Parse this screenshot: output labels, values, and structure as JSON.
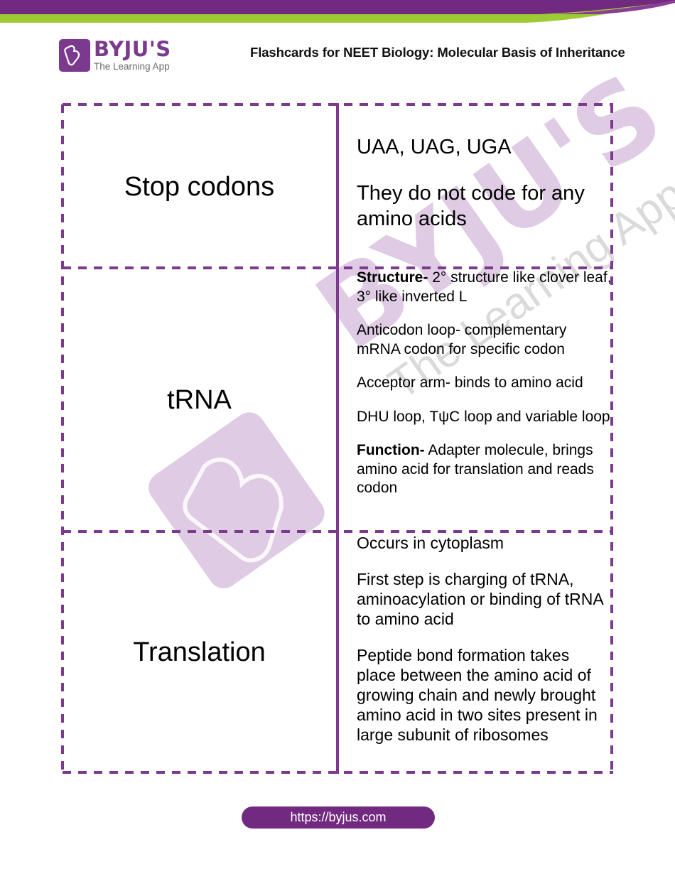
{
  "header": {
    "brand": {
      "name": "BYJU'S",
      "tagline": "The Learning App"
    },
    "title": "Flashcards for NEET Biology: Molecular Basis of Inheritance"
  },
  "colors": {
    "brand_purple": "#722a80",
    "border_purple": "#7c3a8e",
    "accent_green": "#9ccb33",
    "watermark": "#d9c1dd"
  },
  "watermark": {
    "brand": "BYJU'S",
    "tagline": "The Learning App"
  },
  "flashcards": [
    {
      "term": "Stop codons",
      "definition": [
        {
          "bold": "",
          "text": "UAA, UAG, UGA"
        },
        {
          "bold": "",
          "text": "They do not code for any amino acids"
        }
      ]
    },
    {
      "term": "tRNA",
      "definition": [
        {
          "bold": "Structure-",
          "text": " 2° structure like clover leaf, 3° like inverted L"
        },
        {
          "bold": "",
          "text": "Anticodon loop- complementary mRNA codon for specific codon"
        },
        {
          "bold": "",
          "text": "Acceptor arm- binds to amino acid"
        },
        {
          "bold": "",
          "text": "DHU loop, TψC loop and variable loop"
        },
        {
          "bold": "Function-",
          "text": " Adapter molecule, brings amino acid for translation and reads codon"
        }
      ]
    },
    {
      "term": "Translation",
      "definition": [
        {
          "bold": "",
          "text": "Occurs in cytoplasm"
        },
        {
          "bold": "",
          "text": "First step is charging of tRNA, aminoacylation or binding of tRNA to amino acid"
        },
        {
          "bold": "",
          "text": "Peptide bond formation takes place between the amino acid of growing chain and newly brought amino acid in two sites present in large subunit of ribosomes"
        }
      ]
    }
  ],
  "footer": {
    "url": "https://byjus.com"
  }
}
